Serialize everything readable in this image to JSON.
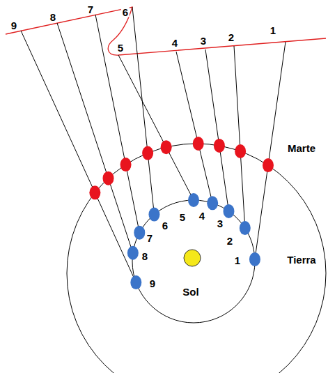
{
  "diagram": {
    "labels": [
      "9",
      "8",
      "7",
      "6",
      "5",
      "4",
      "3",
      "2",
      "1",
      "Marte",
      "6",
      "5",
      "4",
      "3",
      "2",
      "1",
      "Tierra",
      "7",
      "8",
      "Sol",
      "9"
    ]
  }
}
